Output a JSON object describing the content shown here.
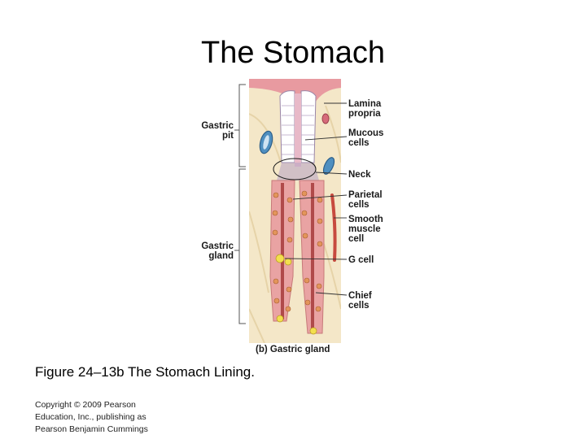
{
  "title": "The Stomach",
  "caption": "Figure 24–13b The Stomach Lining.",
  "copyright": [
    "Copyright © 2009 Pearson",
    "Education, Inc., publishing as",
    "Pearson Benjamin Cummings"
  ],
  "figure": {
    "subcaption": "(b) Gastric gland",
    "left_labels": {
      "gastric_pit": [
        "Gastric",
        "pit"
      ],
      "gastric_gland": [
        "Gastric",
        "gland"
      ]
    },
    "right_labels": {
      "lamina_propria": [
        "Lamina",
        "propria"
      ],
      "mucous_cells": [
        "Mucous",
        "cells"
      ],
      "neck": [
        "Neck"
      ],
      "parietal_cells": [
        "Parietal",
        "cells"
      ],
      "smooth_muscle_cell": [
        "Smooth",
        "muscle",
        "cell"
      ],
      "g_cell": [
        "G cell"
      ],
      "chief_cells": [
        "Chief",
        "cells"
      ]
    }
  },
  "colors": {
    "tissue": "#f4e7c8",
    "epithelium_pink": "#e9a3a3",
    "cell_orange": "#e3955b",
    "g_cell_yellow": "#f3df4e",
    "vessel_blue": "#4f8fc0"
  }
}
